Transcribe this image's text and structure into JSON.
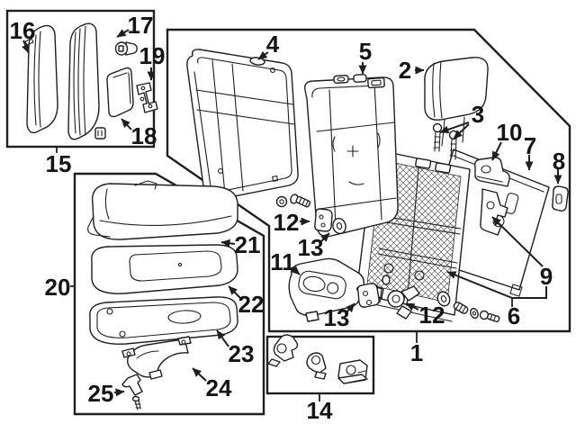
{
  "diagram": {
    "type": "exploded-parts-diagram",
    "colors": {
      "background": "#ffffff",
      "line": "#1f1f1f",
      "label": "#151515"
    },
    "callouts": {
      "n1": "1",
      "n2": "2",
      "n3": "3",
      "n4": "4",
      "n5": "5",
      "n6": "6",
      "n7": "7",
      "n8": "8",
      "n9": "9",
      "n10": "10",
      "n11": "11",
      "n12a": "12",
      "n12b": "12",
      "n13a": "13",
      "n13b": "13",
      "n14": "14",
      "n15": "15",
      "n16": "16",
      "n17": "17",
      "n18": "18",
      "n19": "19",
      "n20": "20",
      "n21": "21",
      "n22": "22",
      "n23": "23",
      "n24": "24",
      "n25": "25"
    }
  }
}
